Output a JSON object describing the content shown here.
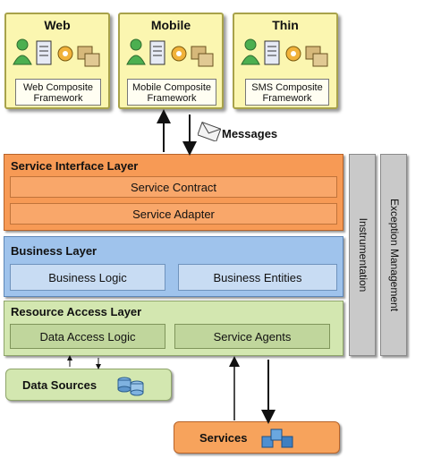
{
  "clients": [
    {
      "title": "Web",
      "framework_line1": "Web Composite",
      "framework_line2": "Framework"
    },
    {
      "title": "Mobile",
      "framework_line1": "Mobile Composite",
      "framework_line2": "Framework"
    },
    {
      "title": "Thin",
      "framework_line1": "SMS Composite",
      "framework_line2": "Framework"
    }
  ],
  "messages_label": "Messages",
  "service_interface": {
    "title": "Service Interface Layer",
    "items": [
      "Service Contract",
      "Service Adapter"
    ]
  },
  "business": {
    "title": "Business Layer",
    "items": [
      "Business Logic",
      "Business Entities"
    ]
  },
  "resource_access": {
    "title": "Resource Access Layer",
    "items": [
      "Data Access Logic",
      "Service Agents"
    ]
  },
  "cross_cutting": [
    "Instrumentation",
    "Exception Management"
  ],
  "data_sources_label": "Data Sources",
  "services_label": "Services",
  "colors": {
    "service_interface": "#f79a55",
    "business": "#9fc3ec",
    "resource_access": "#d3e7b0",
    "client": "#fbf6b0",
    "services": "#f7a35c"
  },
  "icons": [
    "user-icon",
    "document-icon",
    "gear-icon",
    "package-icon",
    "envelope-icon",
    "database-icon",
    "services-cubes-icon"
  ]
}
